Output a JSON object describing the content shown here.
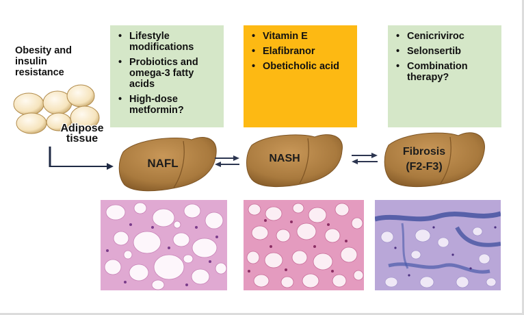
{
  "left_labels": {
    "obesity_lines": [
      "Obesity and",
      "insulin",
      "resistance"
    ],
    "adipose_lines": [
      "Adipose",
      "tissue"
    ]
  },
  "treatment_boxes": [
    {
      "items": [
        "Lifestyle modifications",
        "Probiotics and omega-3 fatty acids",
        "High-dose metformin?"
      ],
      "color": "#d5e7c8"
    },
    {
      "items": [
        "Vitamin E",
        "Elafibranor",
        "Obeticholic acid"
      ],
      "color": "#fdb913"
    },
    {
      "items": [
        "Cenicriviroc",
        "Selonsertib",
        "Combination therapy?"
      ],
      "color": "#d5e7c8"
    }
  ],
  "stages": [
    {
      "label_lines": [
        "NAFL"
      ]
    },
    {
      "label_lines": [
        "NASH"
      ]
    },
    {
      "label_lines": [
        "Fibrosis",
        "(F2-F3)"
      ]
    }
  ],
  "colors": {
    "liver": "#a97a3e",
    "liver_dark": "#7d5424",
    "histology_pink": "#e7b4d6",
    "histology_fibrosis": "#6b6fb8"
  }
}
